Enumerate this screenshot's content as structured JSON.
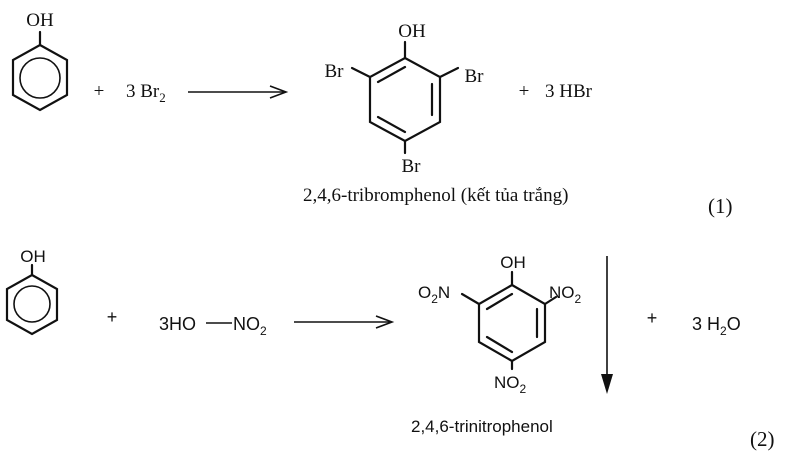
{
  "reaction1": {
    "phenol_oh": "OH",
    "plus_1": "+",
    "reagent_coeff": "3",
    "reagent": "Br",
    "reagent_sub": "2",
    "product_oh": "OH",
    "sub_left": "Br",
    "sub_right": "Br",
    "sub_bottom": "Br",
    "plus_2": "+",
    "byproduct": "3 HBr",
    "product_name": "2,4,6-tribromphenol (kết tủa trắng)",
    "number": "(1)"
  },
  "reaction2": {
    "phenol_oh": "OH",
    "plus_1": "+",
    "reagent_left": "3HO",
    "reagent_right": "NO",
    "reagent_right_sub": "2",
    "product_oh": "OH",
    "sub_left": "O",
    "sub_left_sub": "2",
    "sub_left_tail": "N",
    "sub_right": "NO",
    "sub_right_sub": "2",
    "sub_bottom": "NO",
    "sub_bottom_sub": "2",
    "plus_2": "+",
    "water_coeff": "3",
    "water_h": "H",
    "water_sub": "2",
    "water_o": "O",
    "product_name": "2,4,6-trinitrophenol",
    "number": "(2)"
  }
}
